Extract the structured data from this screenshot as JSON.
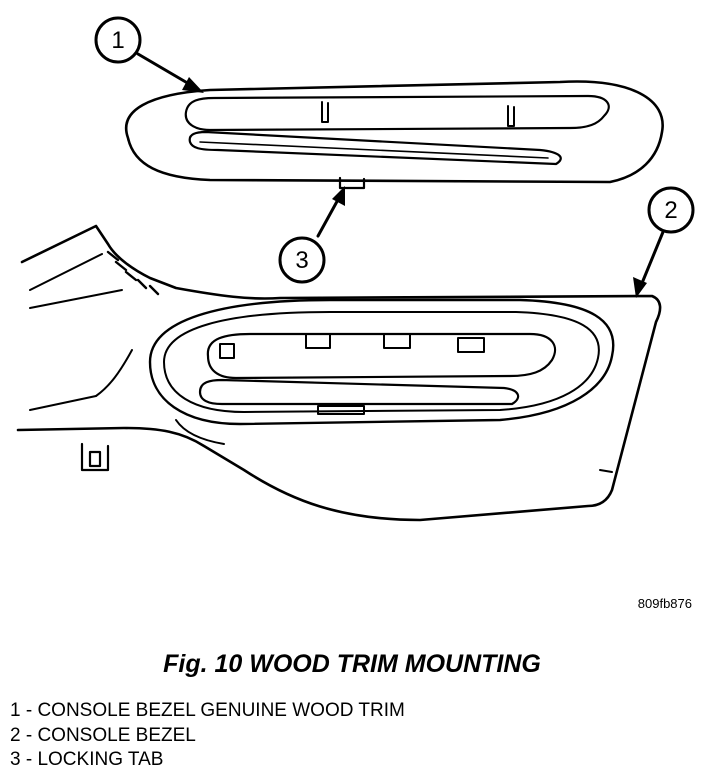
{
  "figure": {
    "id_text": "809fb876",
    "caption": "Fig. 10 WOOD TRIM MOUNTING",
    "callouts": [
      "1",
      "2",
      "3"
    ],
    "legend": [
      "1 - CONSOLE BEZEL GENUINE WOOD TRIM",
      "2 - CONSOLE BEZEL",
      "3 - LOCKING TAB"
    ],
    "colors": {
      "line": "#000000",
      "background": "#ffffff"
    }
  }
}
